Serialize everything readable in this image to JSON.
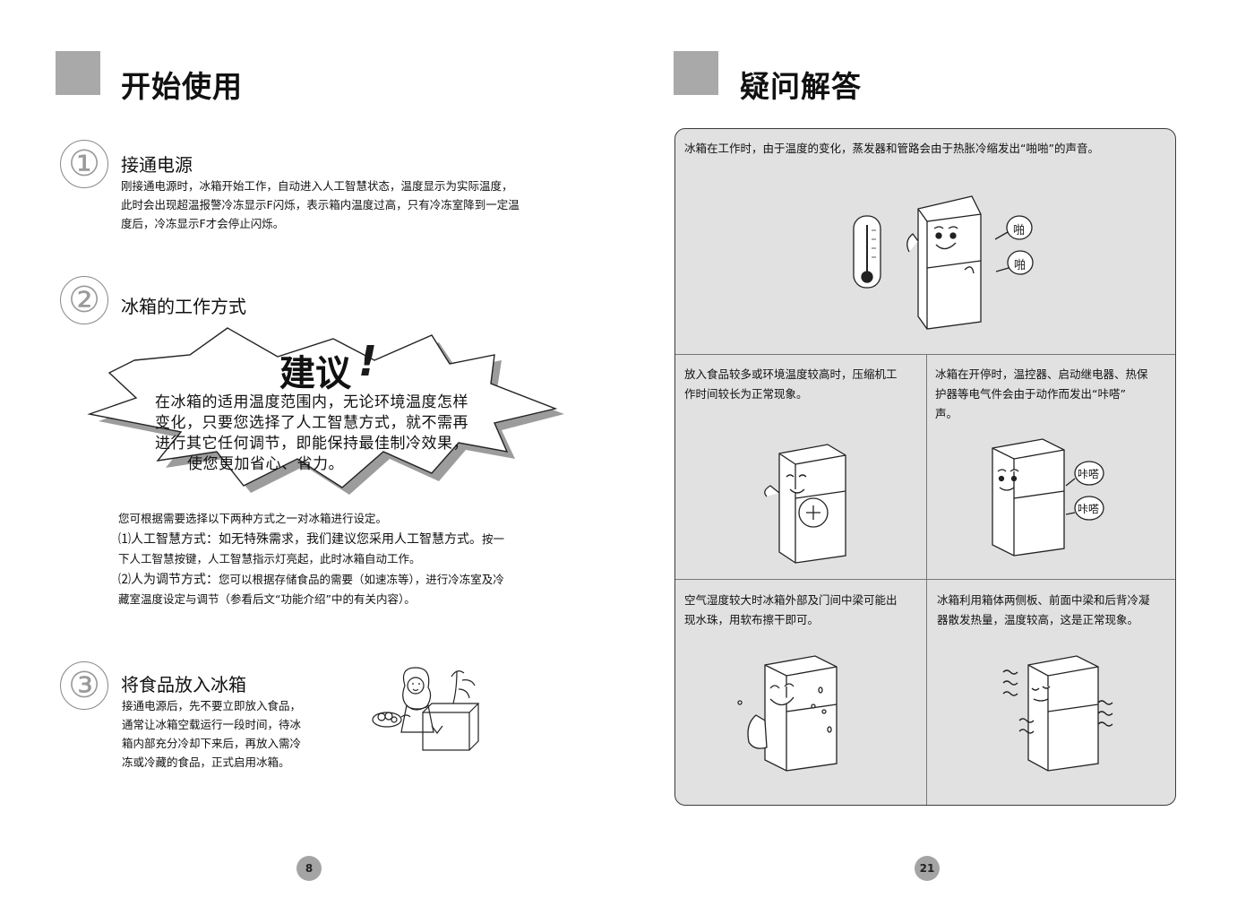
{
  "left": {
    "title": "开始使用",
    "sections": [
      {
        "num": "①",
        "heading": "接通电源",
        "lines": [
          "刚接通电源时，冰箱开始工作，自动进入人工智慧状态，温度显示为实际温度，",
          "此时会出现超温报警冷冻显示F闪烁，表示箱内温度过高，只有冷冻室降到一定温",
          "度后，冷冻显示F才会停止闪烁。"
        ]
      },
      {
        "num": "②",
        "heading": "冰箱的工作方式"
      },
      {
        "num": "③",
        "heading": "将食品放入冰箱",
        "lines": [
          "接通电源后，先不要立即放入食品，",
          "通常让冰箱空载运行一段时间，待冰",
          "箱内部充分冷却下来后，再放入需冷",
          "冻或冷藏的食品，正式启用冰箱。"
        ]
      }
    ],
    "advice": {
      "title": "建议",
      "mark": "!",
      "lines": [
        "在冰箱的适用温度范围内，无论环境温度怎样",
        "变化，只要您选择了人工智慧方式，就不需再",
        "进行其它任何调节，即能保持最佳制冷效果，",
        "使您更加省心、省力。"
      ]
    },
    "methods": {
      "intro": "您可根据需要选择以下两种方式之一对冰箱进行设定。",
      "m1_label": "⑴人工智慧方式：",
      "m1_big": "如无特殊需求，我们建议您采用人工智慧方式。",
      "m1_rest": "按一",
      "m1_line2": "下人工智慧按键，人工智慧指示灯亮起，此时冰箱自动工作。",
      "m2_label": "⑵人为调节方式：",
      "m2_rest": "您可以根据存储食品的需要（如速冻等），进行冷冻室及冷",
      "m2_line2": "藏室温度设定与调节（参看后文“功能介绍”中的有关内容）。"
    },
    "page_number": "8"
  },
  "right": {
    "title": "疑问解答",
    "faq": {
      "top": "冰箱在工作时，由于温度的变化，蒸发器和管路会由于热胀冷缩发出“啪啪”的声音。",
      "mid_left": [
        "放入食品较多或环境温度较高时，压缩机工",
        "作时间较长为正常现象。"
      ],
      "mid_right": [
        "冰箱在开停时，温控器、启动继电器、热保",
        "护器等电气件会由于动作而发出“咔嗒”",
        "声。"
      ],
      "bot_left": [
        "空气湿度较大时冰箱外部及门间中梁可能出",
        "现水珠，用软布擦干即可。"
      ],
      "bot_right": [
        "冰箱利用箱体两侧板、前面中梁和后背冷凝",
        "器散发热量，温度较高，这是正常现象。"
      ]
    },
    "bubbles": {
      "pa": "啪",
      "kada": "咔嗒"
    },
    "page_number": "21"
  }
}
